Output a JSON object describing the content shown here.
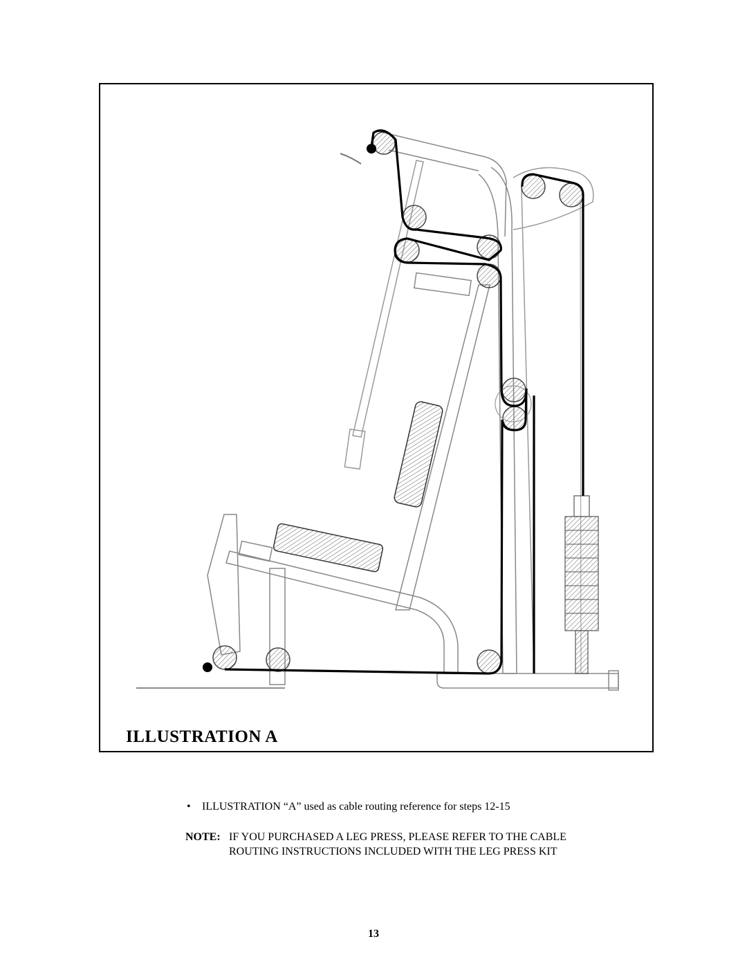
{
  "figure": {
    "title": "ILLUSTRATION A"
  },
  "bullet": {
    "marker": "•",
    "text": "ILLUSTRATION “A” used as cable routing reference for steps 12-15"
  },
  "note": {
    "label": "NOTE:",
    "text": "IF YOU PURCHASED A LEG PRESS, PLEASE REFER TO THE CABLE ROUTING INSTRUCTIONS INCLUDED WITH THE LEG PRESS KIT"
  },
  "page_number": "13"
}
